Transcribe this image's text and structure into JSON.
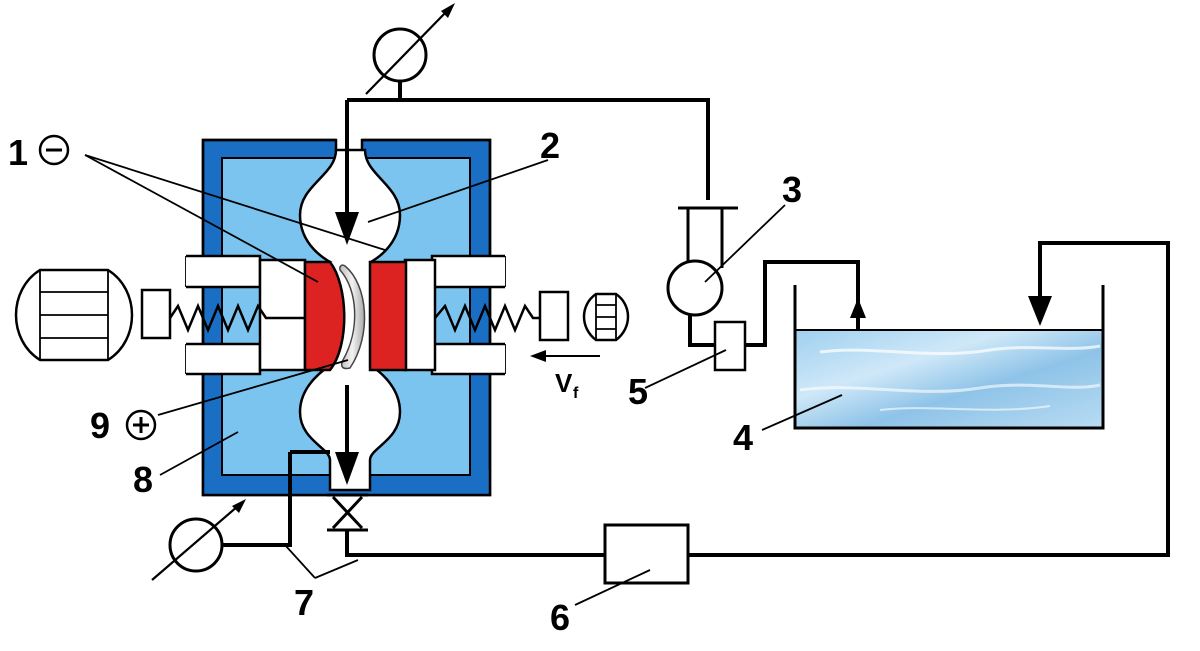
{
  "labels": {
    "l1": "1",
    "l1_sign": "−",
    "l2": "2",
    "l3": "3",
    "l4": "4",
    "l5": "5",
    "l6": "6",
    "l7": "7",
    "l8": "8",
    "l9": "9",
    "l9_sign": "+",
    "vf_main": "V",
    "vf_sub": "f"
  },
  "colors": {
    "outer_shell": "#1a6fc4",
    "inner_fluid": "#7cc4f0",
    "electrode": "#dd2222",
    "tank_water": "#8fc6ea",
    "workpiece": "#d8d8d8"
  },
  "icons": [
    "gauge-icon",
    "motor-icon",
    "spring-icon",
    "valve-icon",
    "pump-icon",
    "filter-icon"
  ]
}
